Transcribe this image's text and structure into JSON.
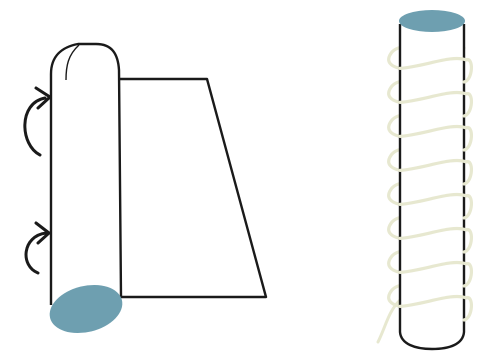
{
  "colors": {
    "background": "#ffffff",
    "outline": "#1a1a1a",
    "rod_end": "#6e9fb0",
    "thread": "#e7e8d0"
  },
  "panels": {
    "left": {
      "object": "paper-sheet-rolling-around-rod",
      "arrows": [
        "rotation-arrow-icon",
        "rotation-arrow-icon"
      ],
      "rod_end_color_key": "rod_end"
    },
    "right": {
      "object": "rod-wrapped-with-helical-thread",
      "rod_end_color_key": "rod_end",
      "thread_color_key": "thread",
      "thread_turns": 8
    }
  }
}
